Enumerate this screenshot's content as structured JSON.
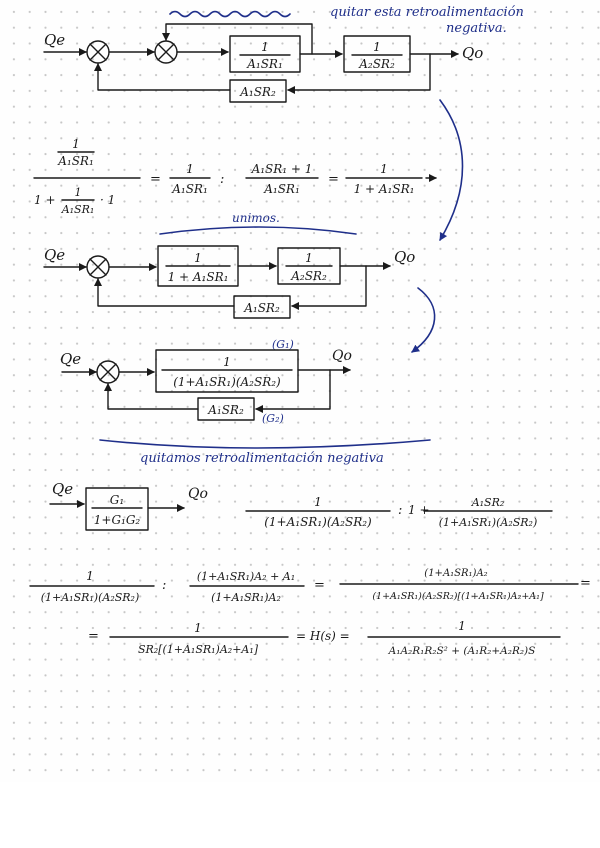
{
  "annotations": {
    "top_note_line1": "quitar esta retroalimentación",
    "top_note_line2": "negativa.",
    "unimos": "unimos.",
    "bottom_note": "quitamos retroalimentación negativa"
  },
  "signals": {
    "input": "Qe",
    "output": "Qo"
  },
  "diagram1": {
    "block_g1_num": "1",
    "block_g1_den": "A₁SR₁",
    "block_g2_num": "1",
    "block_g2_den": "A₂SR₂",
    "feedback": "A₁SR₂"
  },
  "eq1": {
    "lhs_num": "1",
    "lhs_num_den": "A₁SR₁",
    "lhs_den_a": "1 +",
    "lhs_den_frac_num": "1",
    "lhs_den_frac_den": "A₁SR₁",
    "lhs_den_b": "· 1",
    "mid_num": "1",
    "mid_den": "A₁SR₁",
    "colon": ":",
    "mid2_num": "A₁SR₁ + 1",
    "mid2_den": "A₁SR₁",
    "res_num": "1",
    "res_den": "1 + A₁SR₁"
  },
  "diagram2": {
    "block_a_num": "1",
    "block_a_den": "1 + A₁SR₁",
    "block_b_num": "1",
    "block_b_den": "A₂SR₂",
    "feedback": "A₁SR₂"
  },
  "diagram3": {
    "g1_label": "(G₁)",
    "g2_label": "(G₂)",
    "block_num": "1",
    "block_den": "(1+A₁SR₁)(A₂SR₂)",
    "feedback": "A₁SR₂"
  },
  "diagram4": {
    "block_num": "G₁",
    "block_den": "1+G₁G₂"
  },
  "eq2": {
    "num": "1",
    "den": "(1+A₁SR₁)(A₂SR₂)",
    "colon": ":",
    "rhs_a": "1 +",
    "rhs_num": "A₁SR₂",
    "rhs_den": "(1+A₁SR₁)(A₂SR₂)"
  },
  "eq3": {
    "f1_num": "1",
    "f1_den": "(1+A₁SR₁)(A₂SR₂)",
    "colon": ":",
    "f2_num": "(1+A₁SR₁)A₂ + A₁",
    "f2_den": "(1+A₁SR₁)A₂",
    "eq": "=",
    "f3_num": "(1+A₁SR₁)A₂",
    "f3_den": "(1+A₁SR₁)(A₂SR₂)[(1+A₁SR₁)A₂+A₁]"
  },
  "eq4": {
    "eq": "=",
    "f1_num": "1",
    "f1_den": "SR₂[(1+A₁SR₁)A₂+A₁]",
    "hs": "= H(s) =",
    "f2_num": "1",
    "f2_den": "A₁A₂R₁R₂S² + (A₁R₂+A₂R₂)S"
  }
}
